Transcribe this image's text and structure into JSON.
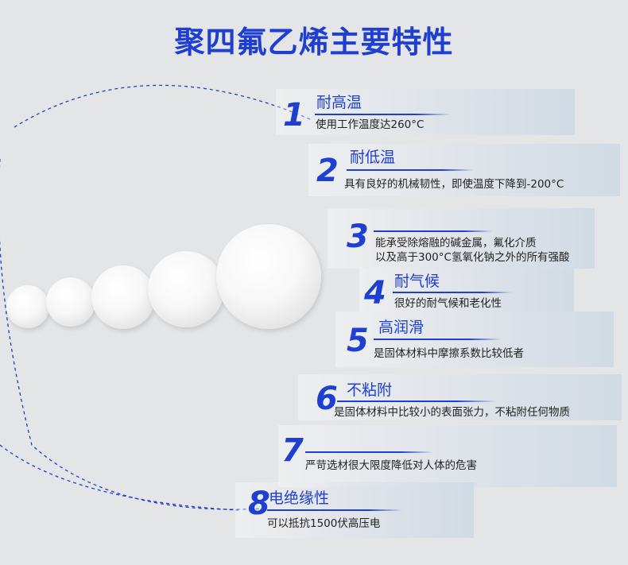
{
  "page": {
    "title": "聚四氟乙烯主要特性"
  },
  "colors": {
    "accent": "#1e3fcf",
    "background": "#e4e5e6",
    "text": "#222222"
  },
  "features": [
    {
      "number": "1",
      "title": "耐高温",
      "description": "使用工作温度达260°C"
    },
    {
      "number": "2",
      "title": "耐低温",
      "description": "具有良好的机械韧性，即使温度下降到-200°C"
    },
    {
      "number": "3",
      "title": "",
      "description_lines": [
        "能承受除熔融的碱金属，氟化介质",
        "以及高于300°C氢氧化钠之外的所有强酸"
      ]
    },
    {
      "number": "4",
      "title": "耐气候",
      "description": "很好的耐气候和老化性"
    },
    {
      "number": "5",
      "title": "高润滑",
      "description": "是固体材料中摩擦系数比较低者"
    },
    {
      "number": "6",
      "title": "不粘附",
      "description": "是固体材料中比较小的表面张力，不粘附任何物质"
    },
    {
      "number": "7",
      "title": "",
      "description": "严苛选材很大限度降低对人体的危害"
    },
    {
      "number": "8",
      "title": "电绝缘性",
      "description": "可以抵抗1500伏高压电"
    }
  ]
}
